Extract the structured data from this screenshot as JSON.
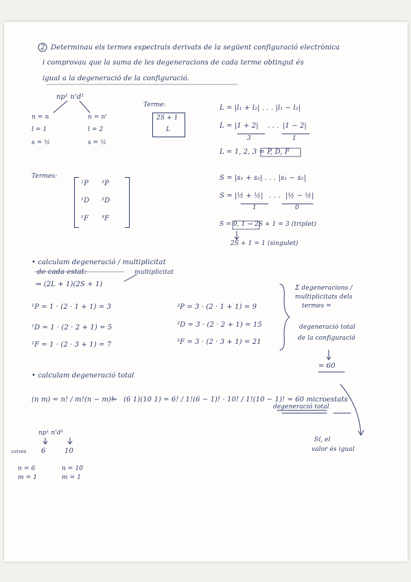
{
  "task": {
    "number": "2",
    "line1": "Determinau els termes espectrals derivats de la següent configuració electrònica",
    "line2": "i comprovau que la suma de les degeneracions de cada terme obtingut és",
    "line3": "igual a la degeneració de la configuració."
  },
  "config": {
    "label": "np¹ n'd¹",
    "left_col": [
      "n = n",
      "l = 1",
      "s = ½"
    ],
    "right_col": [
      "n = n'",
      "l = 2",
      "s = ½"
    ]
  },
  "terme_box": {
    "title": "Terme:",
    "top": "2S + 1",
    "bottom": "L"
  },
  "L_rules": {
    "line1": "L = |l₁ + l₂| . . . |l₁ − l₂|",
    "line2_left": "L = |1 + 2|",
    "line2_dots": ". . .",
    "line2_right": "|1 − 2|",
    "val_left": "3",
    "val_right": "1",
    "line3": "L = 1, 2, 3 = P, D, F"
  },
  "termes": {
    "label": "Termes:",
    "rows": [
      [
        "¹P",
        "³P"
      ],
      [
        "¹D",
        "³D"
      ],
      [
        "¹F",
        "³F"
      ]
    ]
  },
  "S_rules": {
    "line1": "S = |s₁ + s₂| . . . |s₁ − s₂|",
    "line2_left": "S = |½ + ½|",
    "line2_dots": ". . .",
    "line2_right": "|½ − ½|",
    "val_left": "1",
    "val_right": "0",
    "line3": "S = 0, 1 → 2S + 1 = 3 (triplet)",
    "line4": "2S + 1 = 1 (singulet)"
  },
  "degeneracy": {
    "heading": "• calculam degeneració / multiplicitat",
    "heading2": "de cada estat:",
    "multiplicitat": "multiplicitat",
    "formula": "⇒ (2L + 1)(2S + 1)",
    "singlets": [
      "¹P = 1 · (2 · 1 + 1) = 3",
      "¹D = 1 · (2 · 2 + 1) = 5",
      "¹F = 1 · (2 · 3 + 1) = 7"
    ],
    "triplets": [
      "³P = 3 · (2 · 1 + 1) = 9",
      "³D = 3 · (2 · 2 + 1) = 15",
      "³F = 3 · (2 · 3 + 1) = 21"
    ],
    "side_note": [
      "Σ degeneracions /",
      "multiplicitats dels",
      "termes =",
      "degeneració total",
      "de la configuració"
    ],
    "total": "= 60"
  },
  "total_deg": {
    "heading": "• calculam degeneració total",
    "binomial": "(n m) = n! / m!(n − m)!",
    "arrow": "⇒",
    "product": "(6 1)(10 1) = 6! / 1!(6 − 1)! · 10! / 1!(10 − 1)! = 60 microestats",
    "result_line2": "degeneració total",
    "config_label": "np¹ n'd¹",
    "caixes": "caixes",
    "values": [
      "6",
      "10"
    ],
    "n_values": [
      "n = 6",
      "n = 10"
    ],
    "m_values": [
      "m = 1",
      "m = 1"
    ],
    "conclusion": [
      "Sí, el",
      "valor és igual"
    ]
  }
}
